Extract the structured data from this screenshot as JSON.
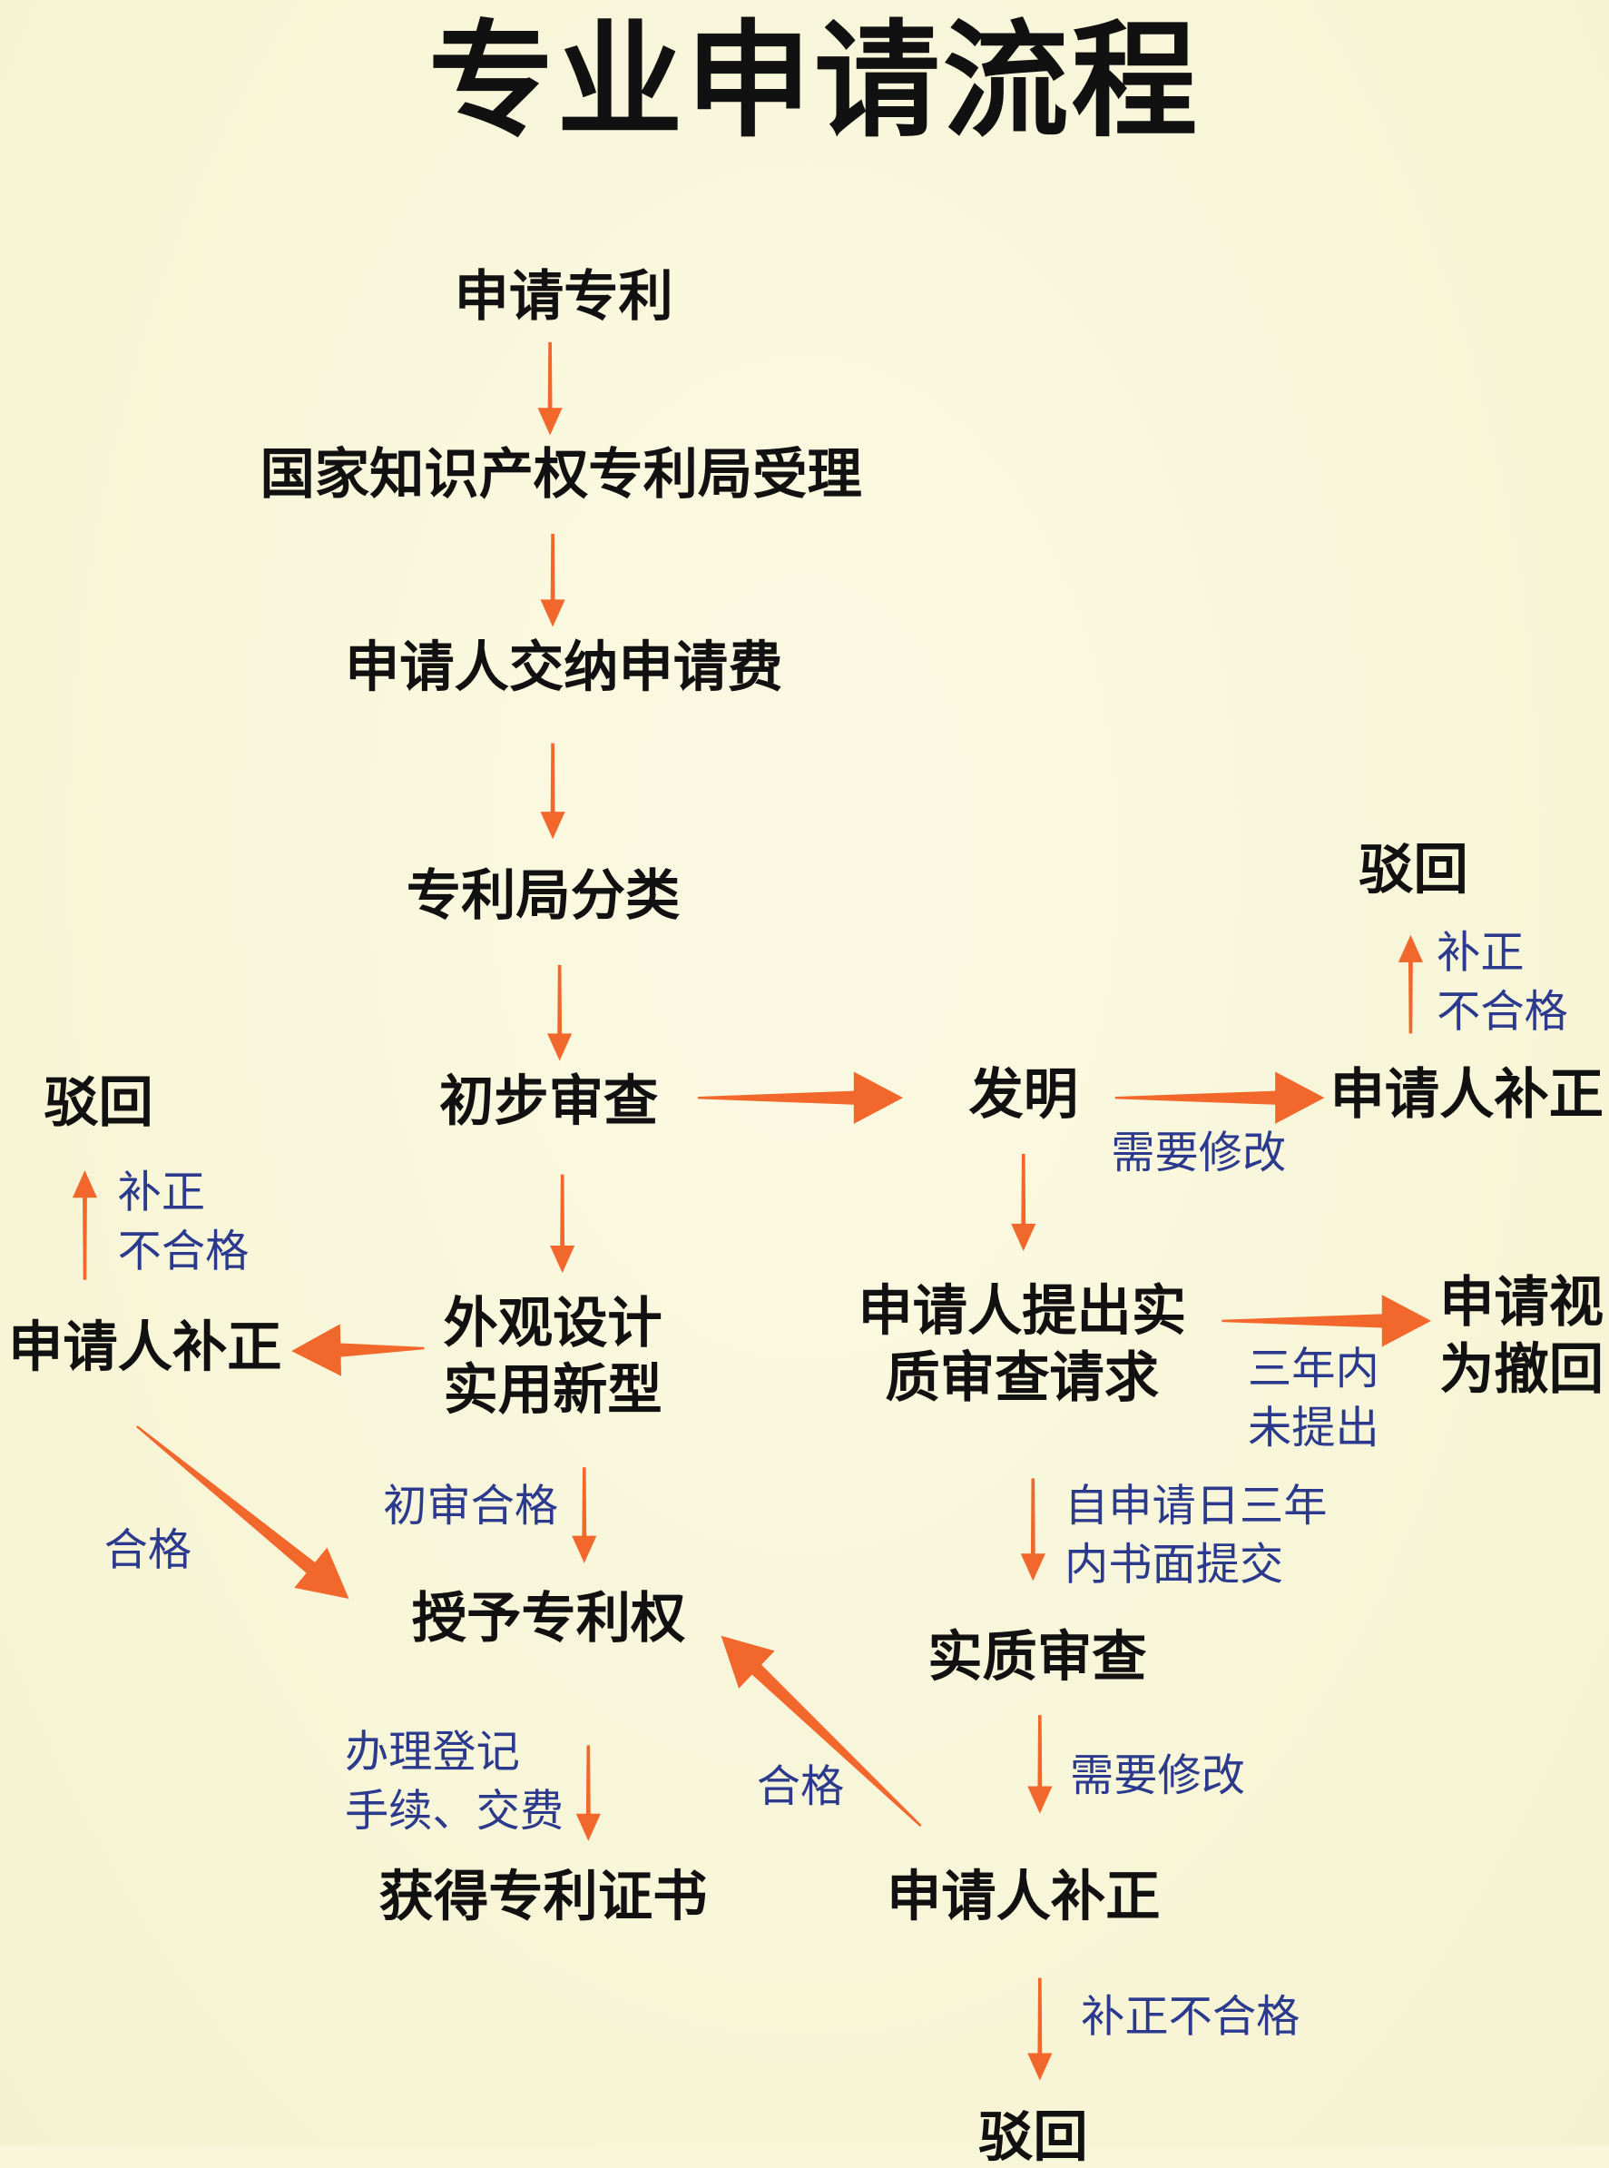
{
  "title": "专业申请流程",
  "colors": {
    "arrow": "#f2672b",
    "label": "#2c3a8e",
    "node": "#111111",
    "background": "#f8f6d9"
  },
  "nodes": {
    "apply_patent": "申请专利",
    "cnipa_accept": "国家知识产权专利局受理",
    "pay_fee": "申请人交纳申请费",
    "classify": "专利局分类",
    "preliminary_exam": "初步审查",
    "invention": "发明",
    "applicant_correct_right": "申请人补正",
    "reject_top_right": "驳回",
    "reject_left": "驳回",
    "applicant_correct_left": "申请人补正",
    "design_line1": "外观设计",
    "design_line2": "实用新型",
    "request_line1": "申请人提出实",
    "request_line2": "质审查请求",
    "withdrawn_line1": "申请视",
    "withdrawn_line2": "为撤回",
    "grant": "授予专利权",
    "substantive_exam": "实质审查",
    "certificate": "获得专利证书",
    "applicant_correct_bottom": "申请人补正",
    "reject_bottom": "驳回"
  },
  "labels": {
    "fail_right_1": "补正",
    "fail_right_2": "不合格",
    "need_modify_top": "需要修改",
    "fail_left_1": "补正",
    "fail_left_2": "不合格",
    "three_years_1": "三年内",
    "three_years_2": "未提出",
    "prelim_pass": "初审合格",
    "within_three_1": "自申请日三年",
    "within_three_2": "内书面提交",
    "pass_left": "合格",
    "register_1": "办理登记",
    "register_2": "手续、交费",
    "pass_middle": "合格",
    "need_modify_bottom": "需要修改",
    "fail_bottom": "补正不合格"
  }
}
